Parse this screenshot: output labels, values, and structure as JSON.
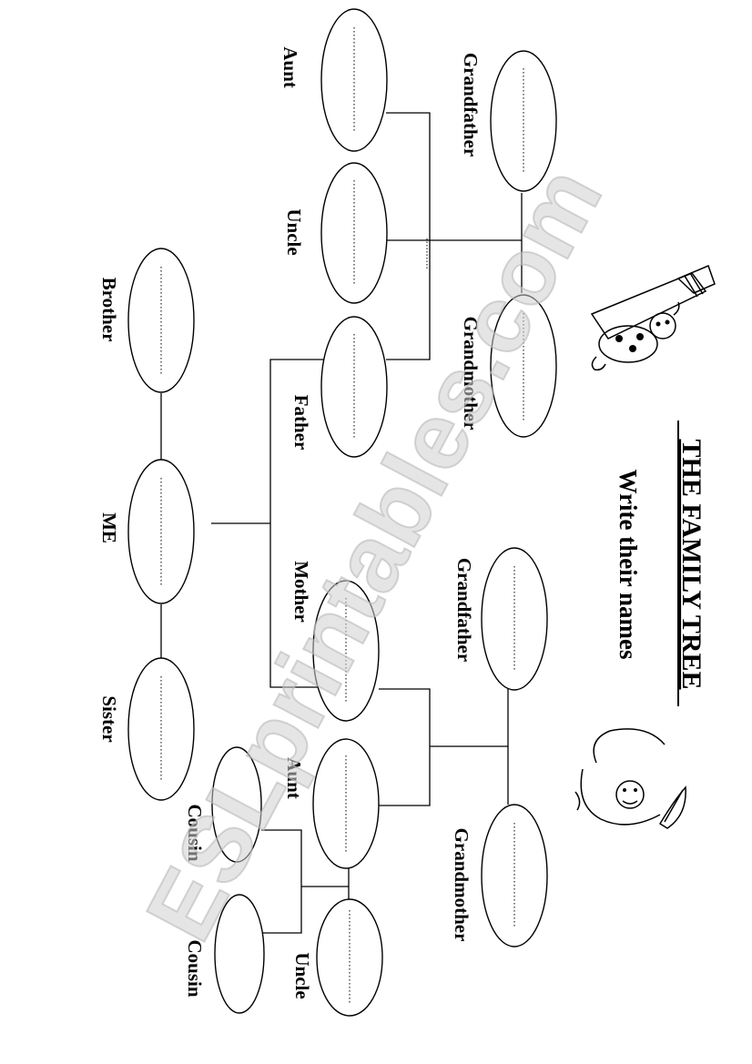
{
  "worksheet": {
    "title": "THE FAMILY TREE",
    "subtitle": "Write their names",
    "watermark": "ESLprintables.com"
  },
  "members": {
    "aunt_paternal": "Aunt",
    "grandfather_paternal": "Grandfather",
    "uncle_paternal": "Uncle",
    "grandmother_paternal": "Grandmother",
    "brother": "Brother",
    "father": "Father",
    "me": "ME",
    "mother": "Mother",
    "grandfather_maternal": "Grandfather",
    "sister": "Sister",
    "aunt_maternal": "Aunt",
    "grandmother_maternal": "Grandmother",
    "cousin_1": "Cousin",
    "cousin_2": "Cousin",
    "uncle_maternal": "Uncle"
  },
  "icons": [
    "pencil-bug-clipart",
    "smiling-face-clipart"
  ]
}
